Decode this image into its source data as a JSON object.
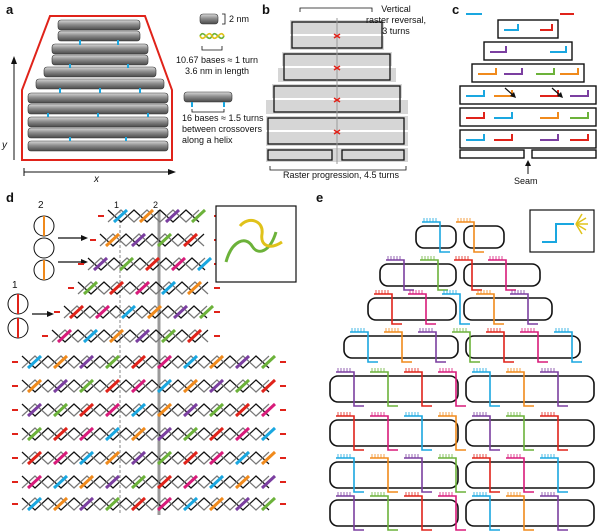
{
  "panels": {
    "a": {
      "label": "a",
      "scale": "2 nm",
      "turn_line1": "10.67 bases ≈ 1 turn",
      "turn_line2": "3.6 nm in length",
      "cross_line1": "16 bases ≈ 1.5 turns",
      "cross_line2": "between crossovers",
      "cross_line3": "along a helix",
      "axis_x": "x",
      "axis_y": "y"
    },
    "b": {
      "label": "b",
      "top_line1": "Vertical",
      "top_line2": "raster reversal,",
      "top_line3": "3 turns",
      "bottom": "Raster progression, 4.5 turns"
    },
    "c": {
      "label": "c",
      "seam": "Seam"
    },
    "d": {
      "label": "d",
      "mark1": "1",
      "mark2": "2",
      "left1": "1",
      "left2": "2"
    },
    "e": {
      "label": "e"
    }
  },
  "colors": {
    "red": "#e0231a",
    "cyan": "#1aa7e0",
    "orange": "#f08a1c",
    "purple": "#7b3fa0",
    "green": "#6cb23a",
    "magenta": "#d81b7a",
    "black": "#111111",
    "gray": "#9a9a9a"
  }
}
